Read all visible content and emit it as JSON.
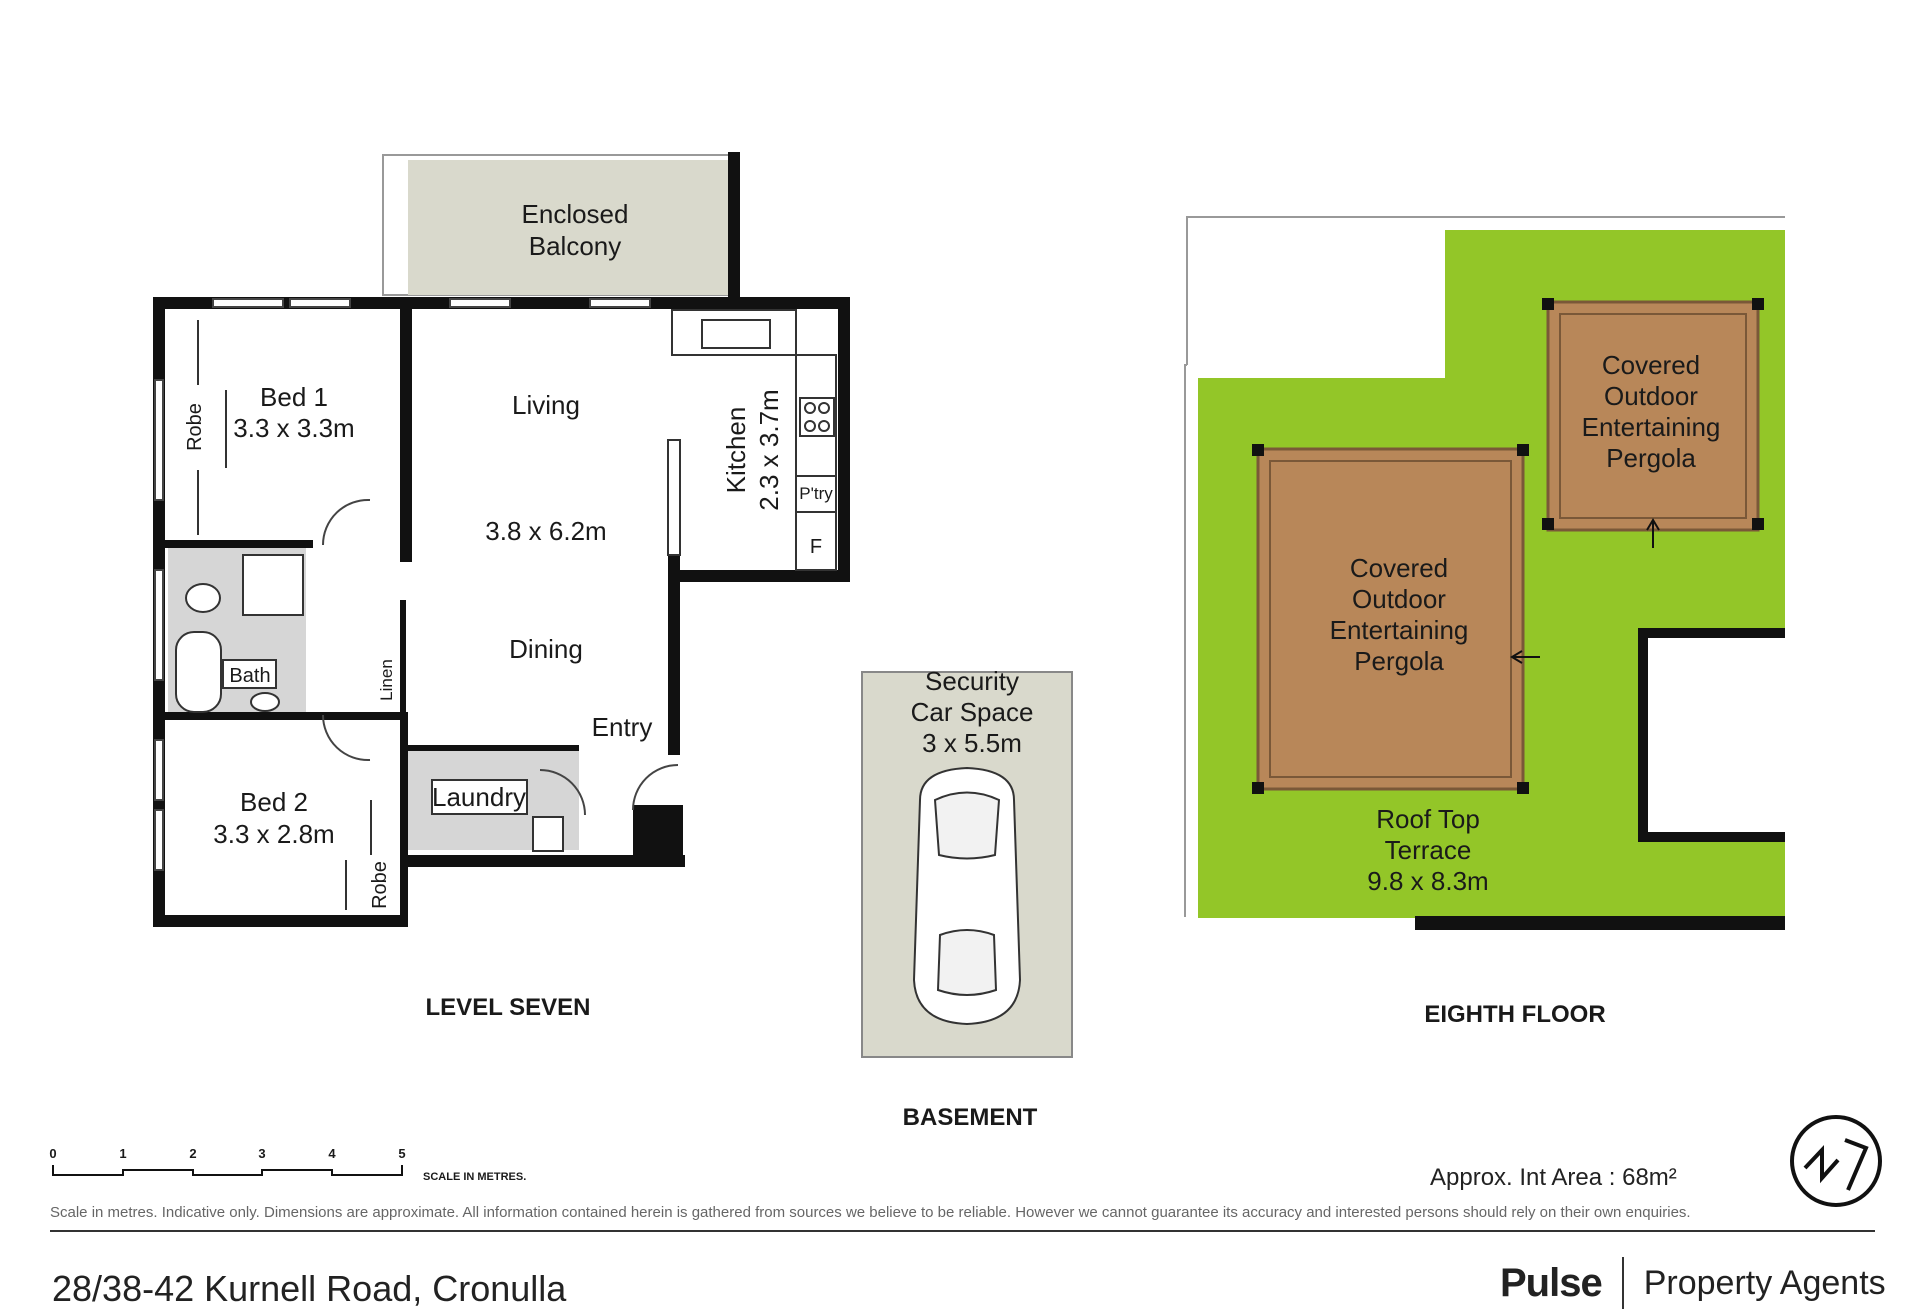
{
  "level_seven": {
    "title": "LEVEL SEVEN",
    "enclosed_balcony": [
      "Enclosed",
      "Balcony"
    ],
    "bed1": {
      "name": "Bed 1",
      "size": "3.3 x 3.3m"
    },
    "robe1": "Robe",
    "living": "Living",
    "living_size": "3.8 x 6.2m",
    "dining": "Dining",
    "kitchen": {
      "name": "Kitchen",
      "size": "2.3 x 3.7m"
    },
    "pantry": "P'try",
    "fridge": "F",
    "bath": "Bath",
    "linen": "Linen",
    "entry": "Entry",
    "laundry": "Laundry",
    "bed2": {
      "name": "Bed 2",
      "size": "3.3 x 2.8m"
    },
    "robe2": "Robe"
  },
  "basement": {
    "title": "BASEMENT",
    "car_space": [
      "Security",
      "Car Space",
      "3 x 5.5m"
    ]
  },
  "eighth_floor": {
    "title": "EIGHTH FLOOR",
    "pergola_small": [
      "Covered",
      "Outdoor",
      "Entertaining",
      "Pergola"
    ],
    "pergola_large": [
      "Covered",
      "Outdoor",
      "Entertaining",
      "Pergola"
    ],
    "terrace": [
      "Roof Top",
      "Terrace",
      "9.8 x 8.3m"
    ]
  },
  "scale": {
    "ticks": [
      "0",
      "1",
      "2",
      "3",
      "4",
      "5"
    ],
    "caption": "SCALE IN METRES."
  },
  "area": "Approx. Int Area : 68m²",
  "disclaimer": "Scale in metres. Indicative only. Dimensions are approximate. All information contained herein is gathered from sources we believe to be reliable. However we cannot guarantee its accuracy and interested persons should rely on their own enquiries.",
  "address": "28/38-42 Kurnell Road, Cronulla",
  "brand": {
    "name": "Pulse",
    "tagline": "Property Agents"
  },
  "compass_logo": "compass-icon",
  "colors": {
    "wall": "#111111",
    "balcony": "#d9d9cc",
    "terrace": "#93c628",
    "pergola": "#b88759",
    "carpark": "#d9d9cc",
    "wet_area": "#d6d6d6"
  }
}
